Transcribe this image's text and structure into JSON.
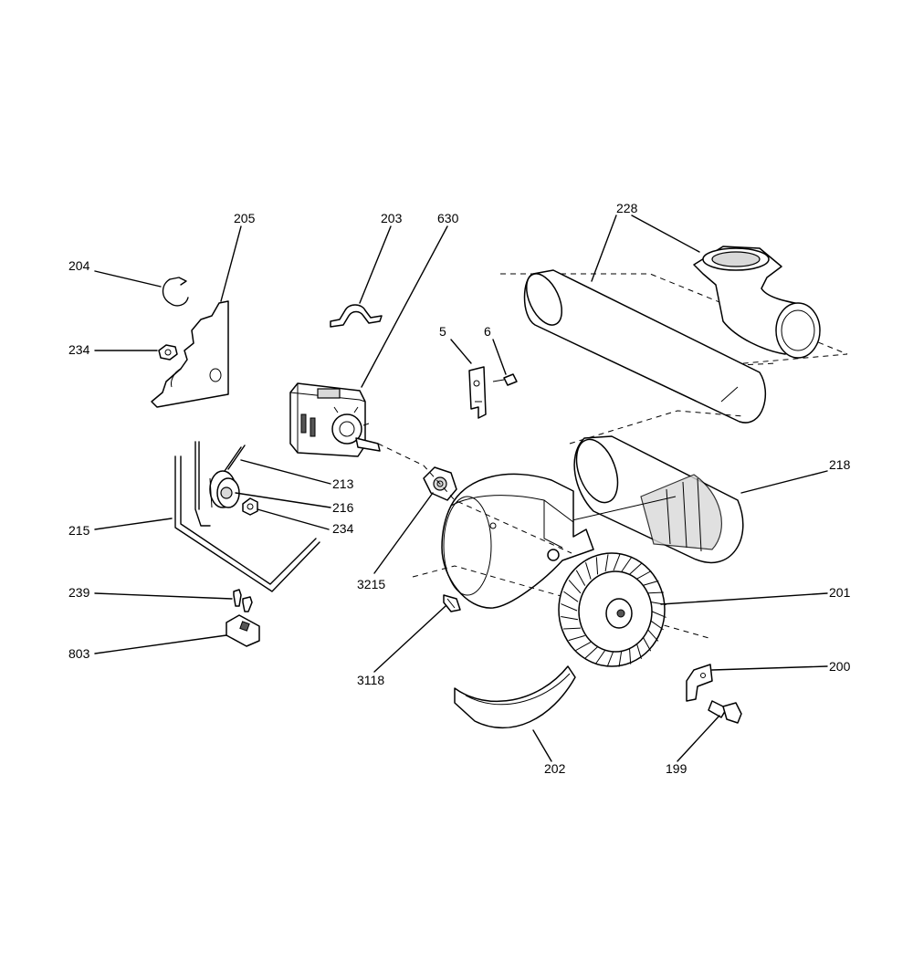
{
  "callouts": [
    {
      "id": "c205",
      "text": "205"
    },
    {
      "id": "c204",
      "text": "204"
    },
    {
      "id": "c234a",
      "text": "234"
    },
    {
      "id": "c203",
      "text": "203"
    },
    {
      "id": "c630",
      "text": "630"
    },
    {
      "id": "c228",
      "text": "228"
    },
    {
      "id": "c5",
      "text": "5"
    },
    {
      "id": "c6",
      "text": "6"
    },
    {
      "id": "c213",
      "text": "213"
    },
    {
      "id": "c216",
      "text": "216"
    },
    {
      "id": "c234b",
      "text": "234"
    },
    {
      "id": "c215",
      "text": "215"
    },
    {
      "id": "c218",
      "text": "218"
    },
    {
      "id": "c3215",
      "text": "3215"
    },
    {
      "id": "c239",
      "text": "239"
    },
    {
      "id": "c201",
      "text": "201"
    },
    {
      "id": "c803",
      "text": "803"
    },
    {
      "id": "c3118",
      "text": "3118"
    },
    {
      "id": "c200",
      "text": "200"
    },
    {
      "id": "c202",
      "text": "202"
    },
    {
      "id": "c199",
      "text": "199"
    }
  ]
}
